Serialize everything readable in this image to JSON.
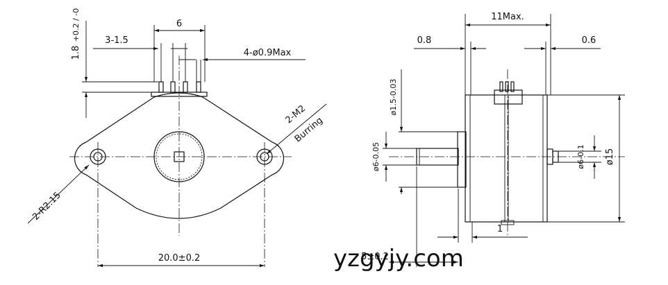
{
  "front_view": {
    "dim_lead_length": "1.8",
    "dim_lead_length_tol": "+0.2 / -0",
    "dim_pin_pitch": "3-1.5",
    "dim_pin_span": "6",
    "dim_pin_dia": "4-ø0.9Max",
    "dim_mount_hole": "2-M2",
    "dim_burring": "Burring",
    "dim_corner_radius": "2-R2.15",
    "dim_hole_spacing": "20.0±0.2"
  },
  "side_view": {
    "dim_length": "11Max.",
    "dim_left_flange": "0.8",
    "dim_right_flange": "0.6",
    "dim_boss_dia": "ø1.5-0.03",
    "dim_shaft_dia": "ø6-0.05",
    "dim_rear_boss_dia": "ø6-0.1",
    "dim_body_dia": "ø15",
    "dim_gap": "1",
    "dim_shaft_length": "5±0.2"
  },
  "watermark": "yzgyjy.com"
}
